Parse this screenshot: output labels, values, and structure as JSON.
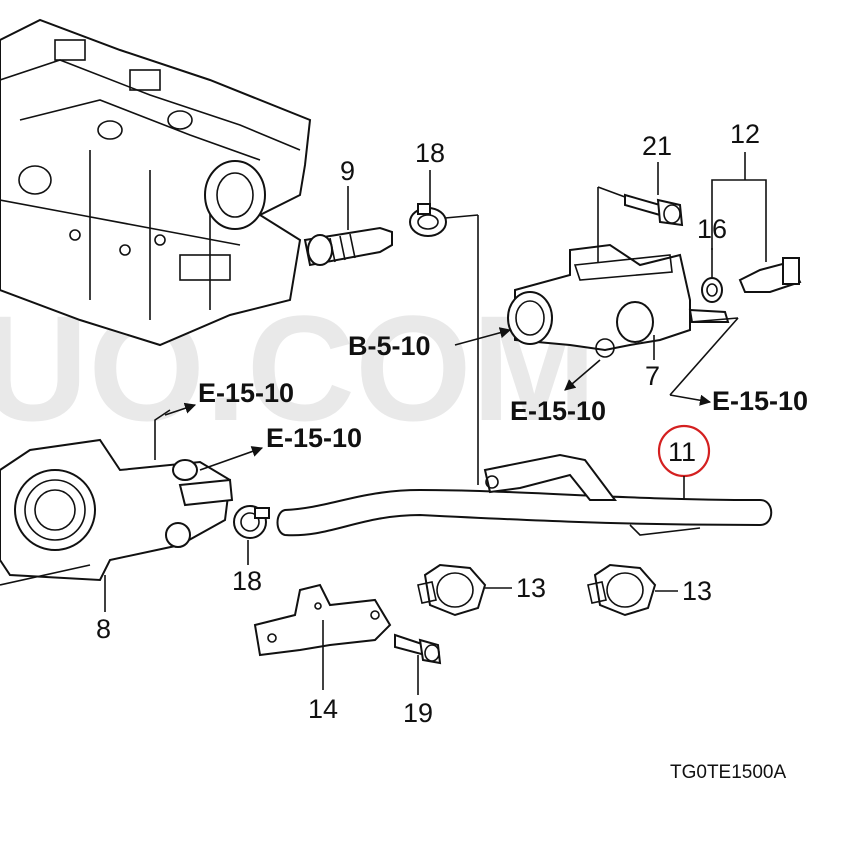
{
  "watermark": "UO.COM",
  "part_numbers": {
    "p7": "7",
    "p8": "8",
    "p9": "9",
    "p11": "11",
    "p12": "12",
    "p13a": "13",
    "p13b": "13",
    "p14": "14",
    "p16": "16",
    "p18a": "18",
    "p18b": "18",
    "p19": "19",
    "p21": "21"
  },
  "references": {
    "b_5_10": "B-5-10",
    "e_15_10_left_top": "E-15-10",
    "e_15_10_left_bottom": "E-15-10",
    "e_15_10_center": "E-15-10",
    "e_15_10_right": "E-15-10"
  },
  "diagram_code": "TG0TE1500A",
  "highlight": {
    "part": "11",
    "color": "#d42020"
  }
}
